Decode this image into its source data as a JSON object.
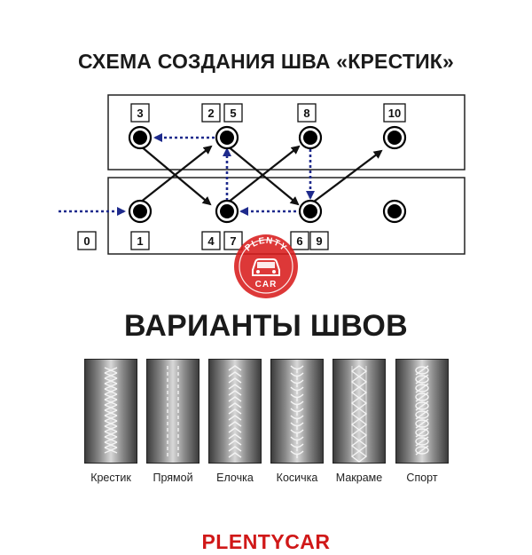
{
  "scheme": {
    "title": "СХЕМА СОЗДАНИЯ ШВА «КРЕСТИК»",
    "top_labels": [
      "3",
      "2",
      "5",
      "8",
      "10"
    ],
    "bottom_labels": [
      "0",
      "1",
      "4",
      "7",
      "6",
      "9"
    ]
  },
  "watermark": {
    "top_text": "PLENTY",
    "bottom_text": "CAR"
  },
  "variants": {
    "title": "ВАРИАНТЫ ШВОВ",
    "items": [
      {
        "label": "Крестик",
        "pattern": "cross"
      },
      {
        "label": "Прямой",
        "pattern": "straight"
      },
      {
        "label": "Елочка",
        "pattern": "herringbone"
      },
      {
        "label": "Косичка",
        "pattern": "braid"
      },
      {
        "label": "Макраме",
        "pattern": "macrame"
      },
      {
        "label": "Спорт",
        "pattern": "sport"
      }
    ]
  },
  "brand": "PLENTYCAR",
  "colors": {
    "solid_arrow": "#111111",
    "dotted_arrow": "#1e2a8c",
    "brand": "#d01818",
    "swatch_dark": "#3a3a3a",
    "swatch_light": "#d8d8d8"
  }
}
